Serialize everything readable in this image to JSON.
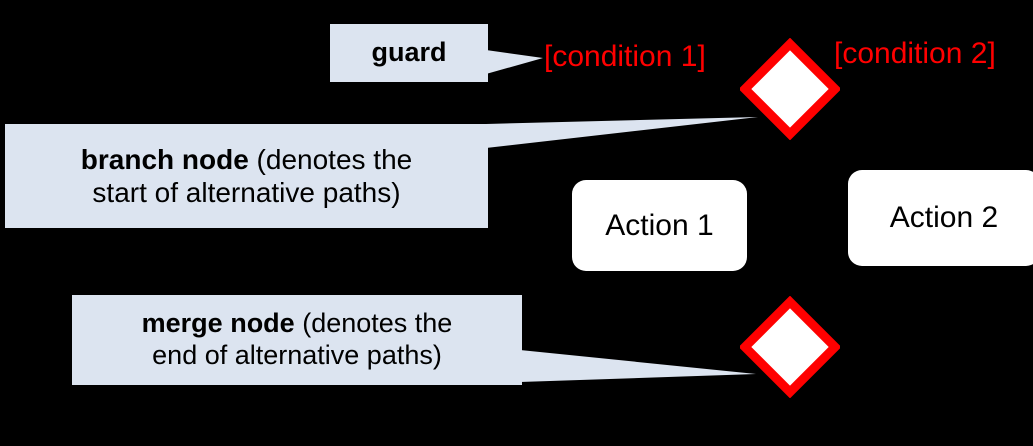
{
  "diagram": {
    "title": "UML activity diagram branch and merge annotation",
    "background_color": "#000000",
    "callout_fill": "#dce4f0",
    "accent_color": "#ff0000",
    "node_fill": "#ffffff"
  },
  "callouts": {
    "guard": {
      "label": "guard"
    },
    "branch": {
      "bold_part": "branch node",
      "rest_line1": " (denotes  the",
      "line2": "start of alternative paths)"
    },
    "merge": {
      "bold_part": "merge node",
      "rest_line1": " (denotes the",
      "line2": "end of alternative paths)"
    }
  },
  "conditions": {
    "condition_1": "[condition 1]",
    "condition_2": "[condition 2]"
  },
  "nodes": {
    "branch_diamond": "branch-node-diamond",
    "merge_diamond": "merge-node-diamond",
    "action_1": "Action 1",
    "action_2": "Action 2"
  }
}
